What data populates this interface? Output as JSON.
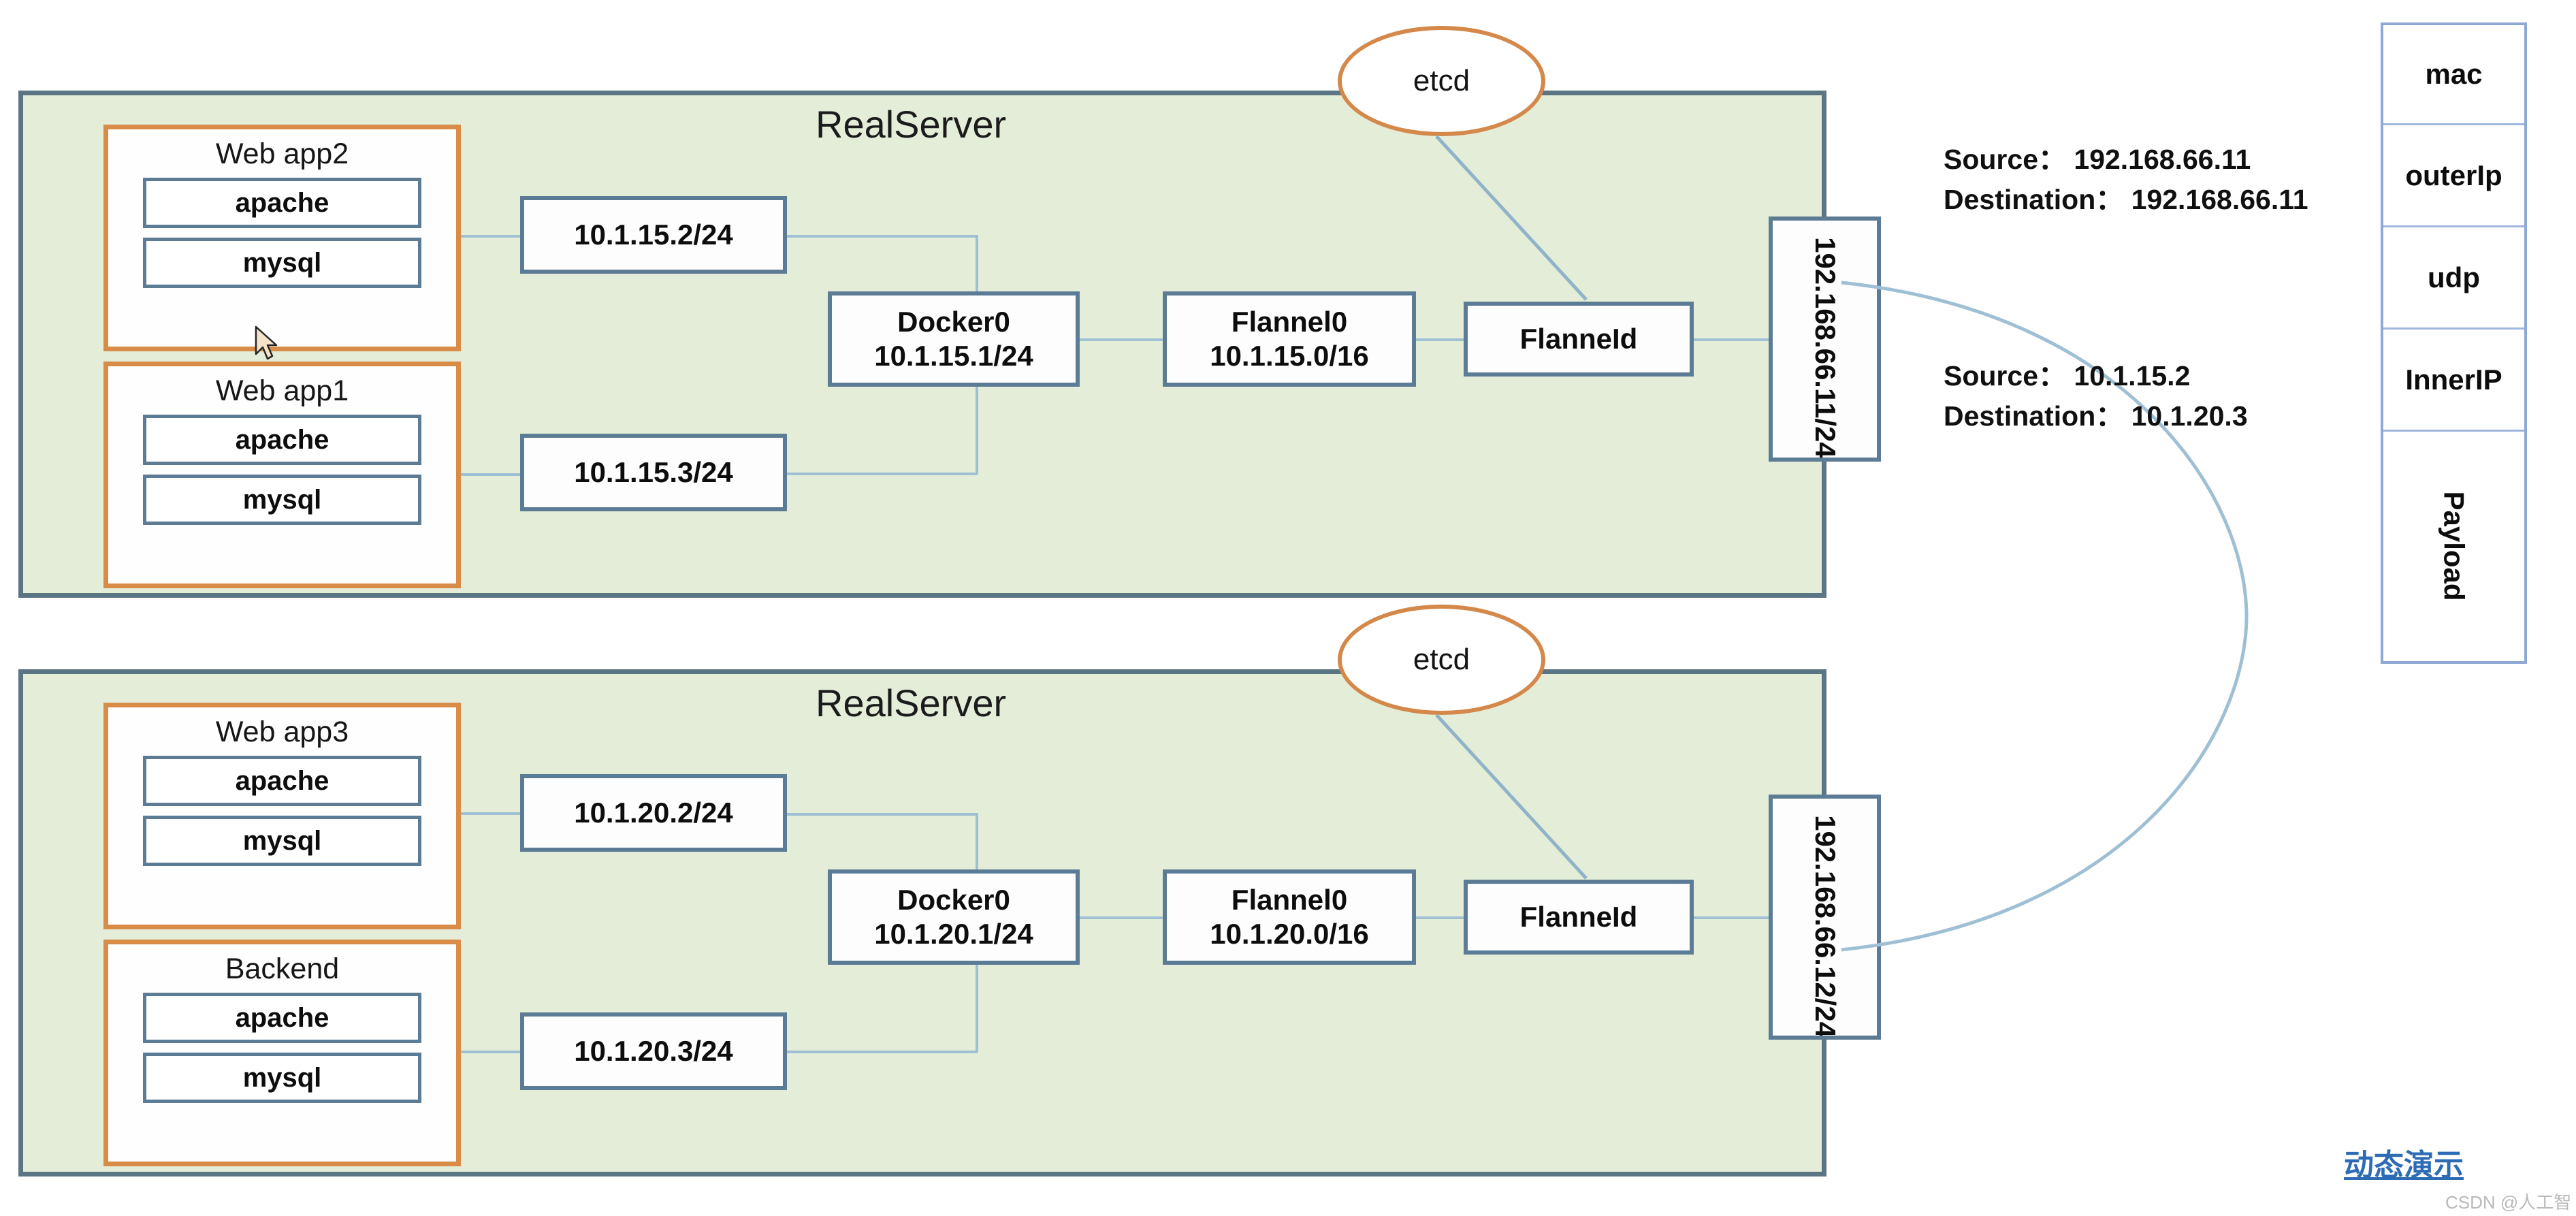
{
  "colors": {
    "host_fill": "#e4edd8",
    "host_border": "#5b7585",
    "pod_border": "#d98b48",
    "node_border": "#5c7b94",
    "line": "#9fc0d4",
    "etcd_border": "#d4884a",
    "packet_border": "#8fa9d6",
    "link_blue": "#2d6cb5"
  },
  "hosts": [
    {
      "title": "RealServer",
      "etcd_label": "etcd",
      "pods": [
        {
          "name": "Web app2",
          "services": [
            "apache",
            "mysql"
          ],
          "ip_label": "10.1.15.2/24"
        },
        {
          "name": "Web app1",
          "services": [
            "apache",
            "mysql"
          ],
          "ip_label": "10.1.15.3/24"
        }
      ],
      "docker": {
        "name": "Docker0",
        "cidr": "10.1.15.1/24"
      },
      "flannel0": {
        "name": "Flannel0",
        "cidr": "10.1.15.0/16"
      },
      "flanneld": {
        "name": "FlanneId"
      },
      "host_ip": "192.168.66.11/24"
    },
    {
      "title": "RealServer",
      "etcd_label": "etcd",
      "pods": [
        {
          "name": "Web app3",
          "services": [
            "apache",
            "mysql"
          ],
          "ip_label": "10.1.20.2/24"
        },
        {
          "name": "Backend",
          "services": [
            "apache",
            "mysql"
          ],
          "ip_label": "10.1.20.3/24"
        }
      ],
      "docker": {
        "name": "Docker0",
        "cidr": "10.1.20.1/24"
      },
      "flannel0": {
        "name": "Flannel0",
        "cidr": "10.1.20.0/16"
      },
      "flanneld": {
        "name": "FlanneId"
      },
      "host_ip": "192.168.66.12/24"
    }
  ],
  "annotations": [
    {
      "source_line": "Source：  192.168.66.11",
      "destination_line": "Destination：  192.168.66.11"
    },
    {
      "source_line": "Source：  10.1.15.2",
      "destination_line": "Destination：  10.1.20.3"
    }
  ],
  "packet_stack": {
    "cells": [
      "mac",
      "outerIp",
      "udp",
      "InnerIP",
      "Payload"
    ]
  },
  "watermark": {
    "link_text": "动态演示",
    "credit": "CSDN @人工智",
    "play_icon": "play-icon"
  }
}
